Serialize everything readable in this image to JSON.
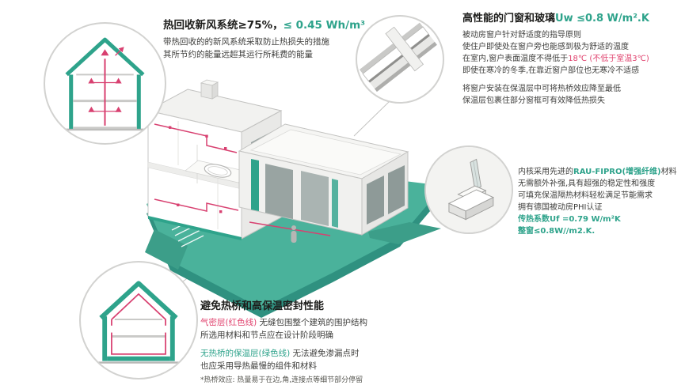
{
  "colors": {
    "teal": "#2EA38B",
    "teal_ground": "#4AB29B",
    "red": "#E0426E",
    "text_dark": "#1D1D1B",
    "text_gray": "#3F3F3D"
  },
  "callout_heat_recovery": {
    "title_pre": "热回收新风系统≥75%，",
    "title_val": "≤ 0.45 Wh/m³",
    "line1": "带热回收的的新风系统采取防止热损失的措施",
    "line2": "其所节约的能量远超其运行所耗费的能量"
  },
  "callout_windows": {
    "title_pre": "高性能的门窗和玻璃",
    "title_val": "Uw ≤0.8 W/m².K",
    "line1": "被动房窗户针对舒适度的指导原则",
    "line2": "使住户即使处在窗户旁也能感到极为舒适的温度",
    "line3_pre": "在室内,窗户表面温度不得低于",
    "line3_red": "18℃ (不低于室温3℃)",
    "line4": "即使在寒冷的冬季,在靠近窗户部位也无寒冷不适感",
    "line5": "将窗户安装在保温层中可将热桥效应降至最低",
    "line6": "保温层包裹住部分窗框可有效降低热损失"
  },
  "callout_frame": {
    "line1_pre": "内核采用先进的",
    "line1_green": "RAU-FIPRO(增强纤维)",
    "line1_post": "材料",
    "line2": "无需额外补强,具有超强的稳定性和强度",
    "line3": "可填充保温隔热材料轻松满足节能需求",
    "line4": "拥有德国被动房PHI认证",
    "line5": "传热系数Uf =0.79 W/m²K",
    "line6": "整窗≤0.8W//m2.K."
  },
  "callout_thermal": {
    "title": "避免热桥和高保温密封性能",
    "line1_red": "气密层(红色线)",
    "line1_rest": " 无缝包围整个建筑的围护结构",
    "line2": "所选用材料和节点应在设计阶段明确",
    "line3_green": "无热桥的保温层(绿色线)",
    "line3_rest": " 无法避免渗漏点时",
    "line4": "也应采用导热最慢的组件和材料",
    "footnote": "*热桥效应: 热量易于在边,角,连接点等细节部分停留"
  }
}
